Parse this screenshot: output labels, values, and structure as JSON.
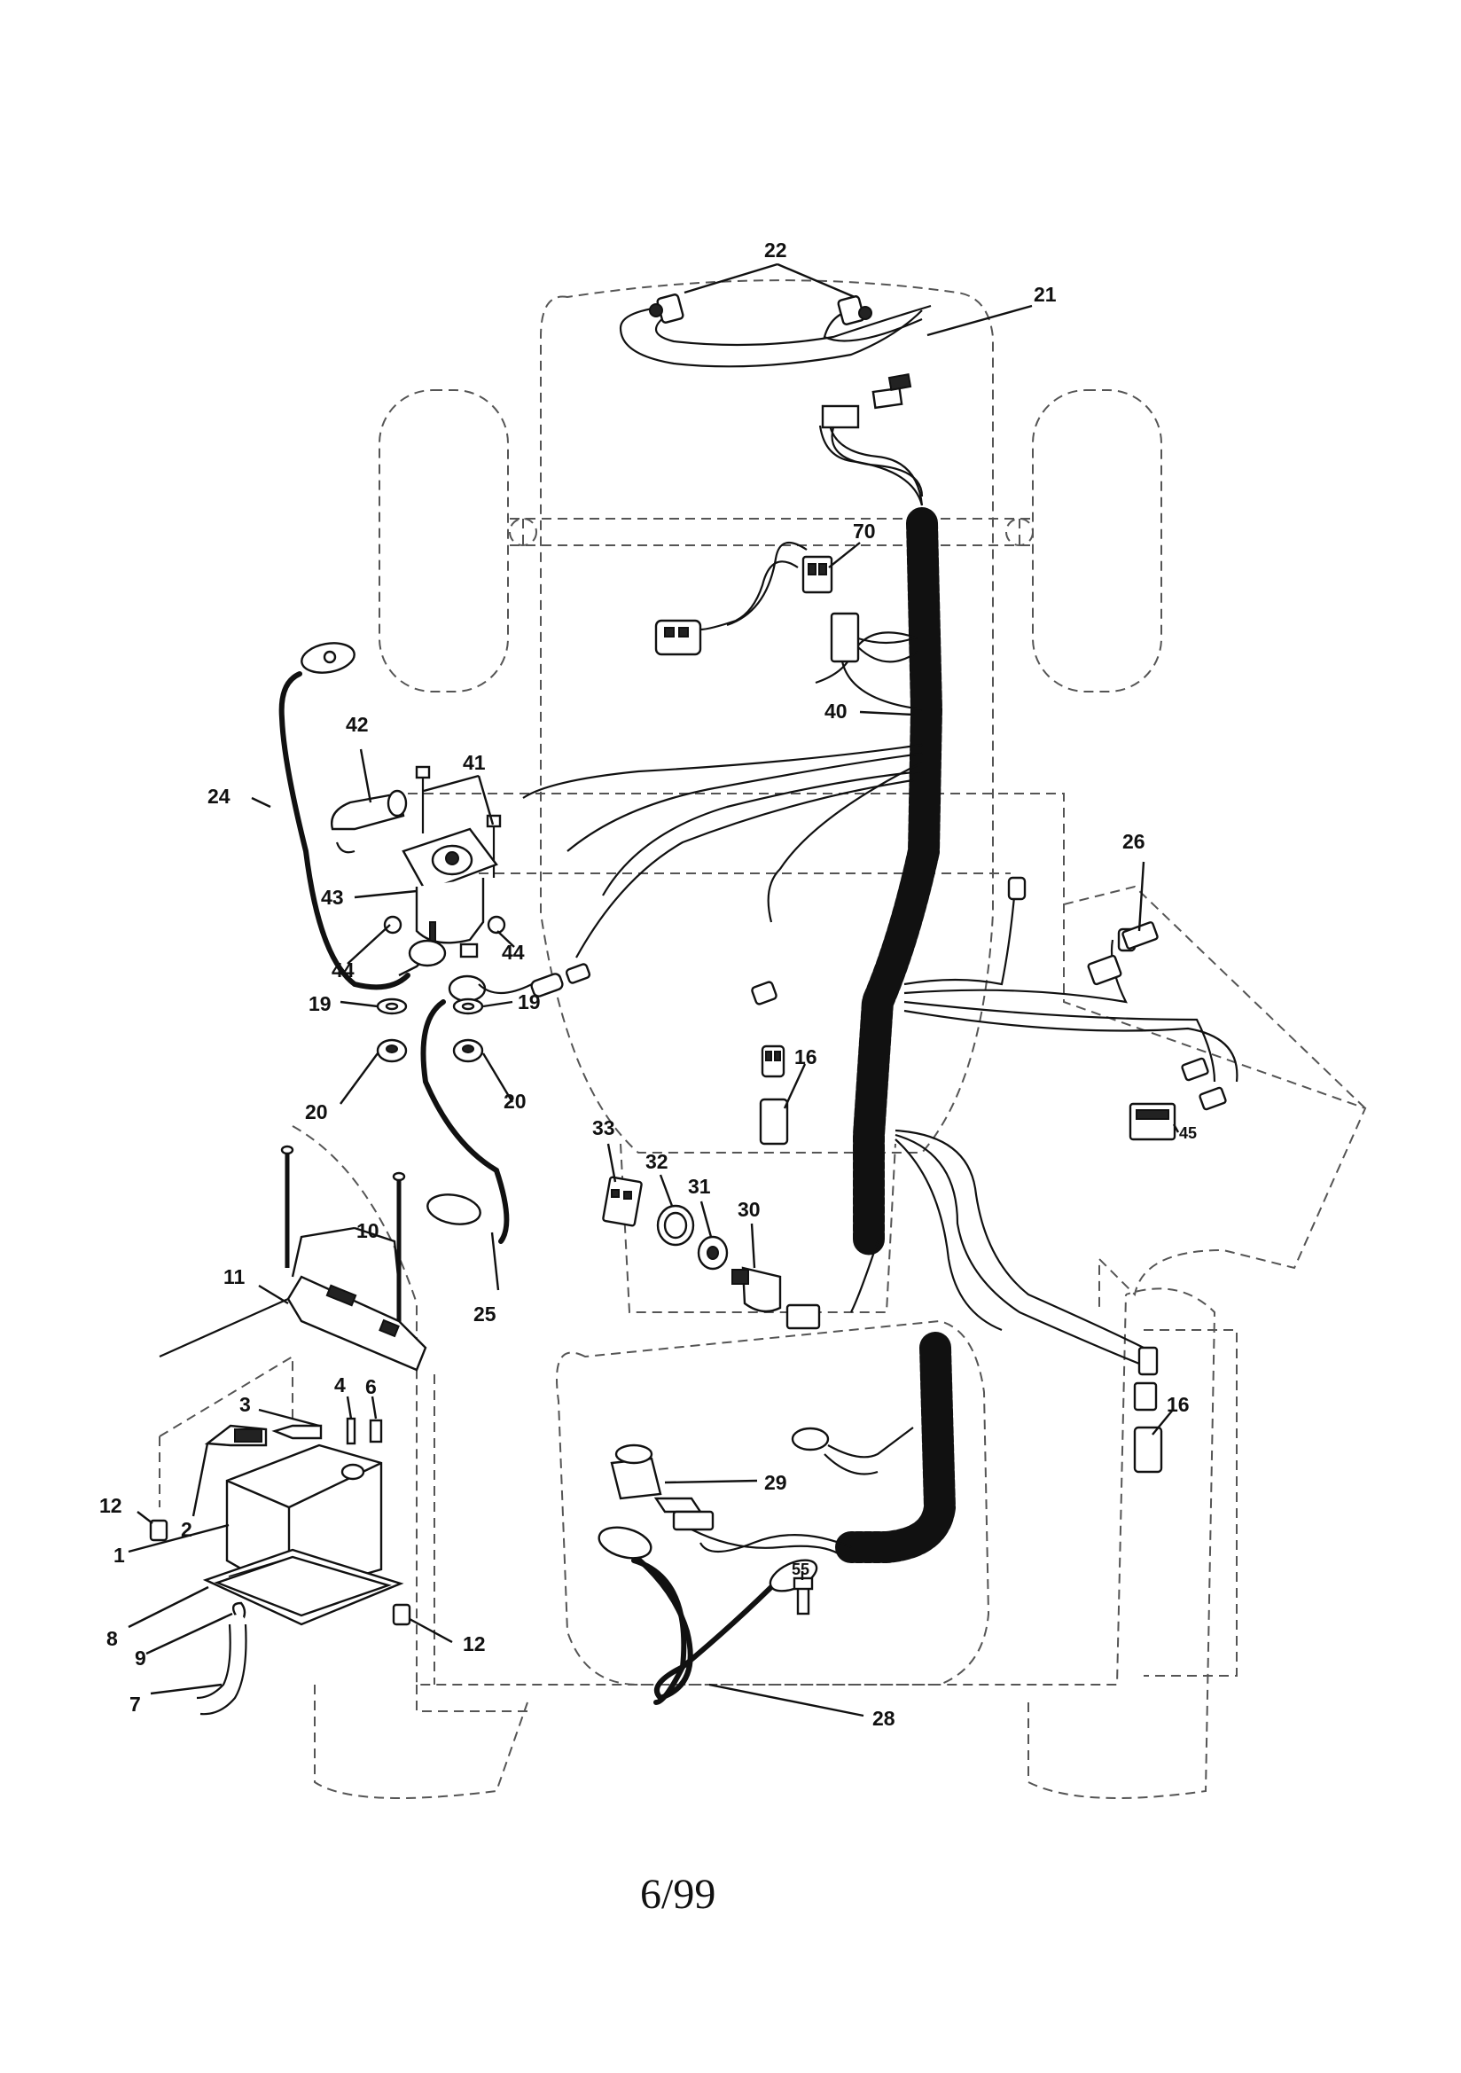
{
  "callouts": [
    {
      "id": "22"
    },
    {
      "id": "21"
    },
    {
      "id": "70"
    },
    {
      "id": "40"
    },
    {
      "id": "42"
    },
    {
      "id": "41"
    },
    {
      "id": "24"
    },
    {
      "id": "43"
    },
    {
      "id": "44"
    },
    {
      "id": "44"
    },
    {
      "id": "19"
    },
    {
      "id": "19"
    },
    {
      "id": "20"
    },
    {
      "id": "20"
    },
    {
      "id": "26"
    },
    {
      "id": "16"
    },
    {
      "id": "45"
    },
    {
      "id": "33"
    },
    {
      "id": "32"
    },
    {
      "id": "31"
    },
    {
      "id": "30"
    },
    {
      "id": "10"
    },
    {
      "id": "11"
    },
    {
      "id": "25"
    },
    {
      "id": "3"
    },
    {
      "id": "4"
    },
    {
      "id": "6"
    },
    {
      "id": "12"
    },
    {
      "id": "2"
    },
    {
      "id": "1"
    },
    {
      "id": "8"
    },
    {
      "id": "9"
    },
    {
      "id": "7"
    },
    {
      "id": "12"
    },
    {
      "id": "29"
    },
    {
      "id": "55"
    },
    {
      "id": "28"
    },
    {
      "id": "16"
    }
  ],
  "footer": "6/99"
}
